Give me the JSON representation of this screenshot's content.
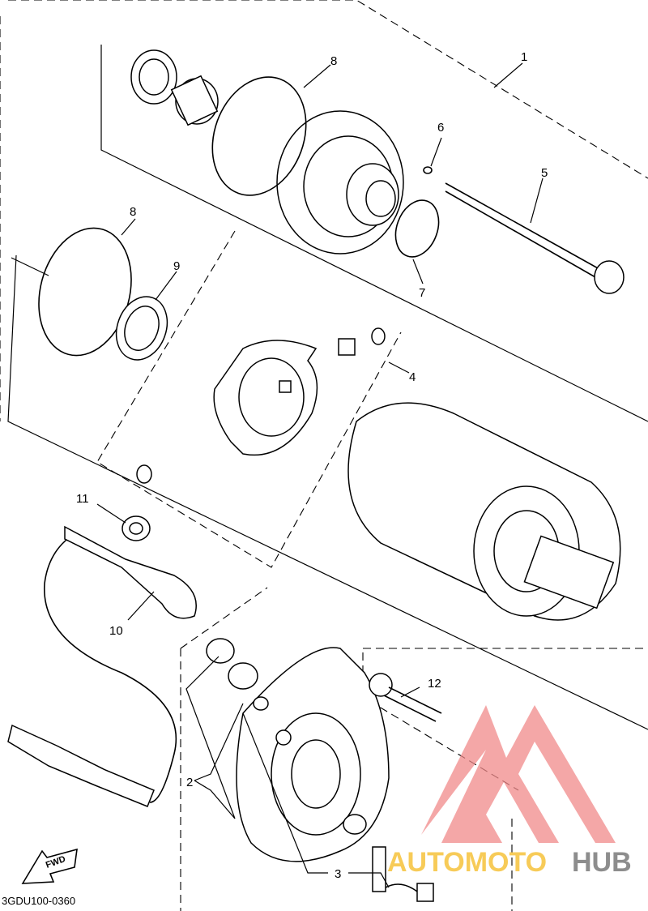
{
  "diagram": {
    "drawing_code": "3GDU100-0360",
    "fwd_label": "FWD",
    "callouts": {
      "c1": "1",
      "c2": "2",
      "c3": "3",
      "c4": "4",
      "c5": "5",
      "c6": "6",
      "c7": "7",
      "c8a": "8",
      "c8b": "8",
      "c9": "9",
      "c10": "10",
      "c11": "11",
      "c12": "12"
    }
  },
  "watermark": {
    "text_colored": "AUTOMOTO",
    "text_gray": "HUB",
    "colors": {
      "logo": "#f08a8a",
      "text_colored": "#f6c33c",
      "text_gray": "#7a7a7a"
    }
  }
}
